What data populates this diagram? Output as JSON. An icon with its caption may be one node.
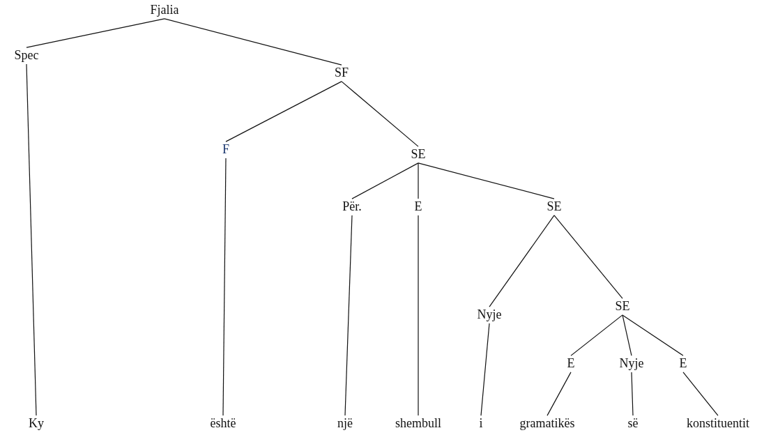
{
  "diagram": {
    "nodes": [
      {
        "text": [
          "Fjalia"
        ]
      },
      {
        "text": [
          "Spec"
        ]
      },
      {
        "text": [
          "SF"
        ]
      },
      {
        "text": [
          "F"
        ]
      },
      {
        "text": [
          "SE"
        ]
      },
      {
        "text": [
          "Për."
        ]
      },
      {
        "text": [
          "E"
        ]
      },
      {
        "text": [
          "SE"
        ]
      },
      {
        "text": [
          "Nyje"
        ]
      },
      {
        "text": [
          "SE"
        ]
      },
      {
        "text": [
          "E"
        ]
      },
      {
        "text": [
          "Nyje"
        ]
      },
      {
        "text": [
          "E"
        ]
      },
      {
        "text": [
          "Ky"
        ]
      },
      {
        "text": [
          "është"
        ]
      },
      {
        "text": [
          "një"
        ]
      },
      {
        "text": [
          "shembull"
        ]
      },
      {
        "text": [
          "i"
        ]
      },
      {
        "text": [
          "gramatikës"
        ]
      },
      {
        "text": [
          "së"
        ]
      },
      {
        "text": [
          "konstituentit"
        ]
      }
    ],
    "edges": [
      {
        "from": 0,
        "to": 1,
        "arrow": "none"
      },
      {
        "from": 0,
        "to": 2,
        "arrow": "none"
      },
      {
        "from": 1,
        "to": 13,
        "arrow": "none"
      },
      {
        "from": 2,
        "to": 3,
        "arrow": "none"
      },
      {
        "from": 2,
        "to": 4,
        "arrow": "none"
      },
      {
        "from": 3,
        "to": 14,
        "arrow": "none"
      },
      {
        "from": 4,
        "to": 5,
        "arrow": "none"
      },
      {
        "from": 4,
        "to": 6,
        "arrow": "none"
      },
      {
        "from": 4,
        "to": 7,
        "arrow": "none"
      },
      {
        "from": 5,
        "to": 15,
        "arrow": "none"
      },
      {
        "from": 6,
        "to": 16,
        "arrow": "none"
      },
      {
        "from": 7,
        "to": 8,
        "arrow": "none"
      },
      {
        "from": 7,
        "to": 9,
        "arrow": "none"
      },
      {
        "from": 8,
        "to": 17,
        "arrow": "none"
      },
      {
        "from": 9,
        "to": 10,
        "arrow": "none"
      },
      {
        "from": 9,
        "to": 11,
        "arrow": "none"
      },
      {
        "from": 9,
        "to": 12,
        "arrow": "none"
      },
      {
        "from": 10,
        "to": 18,
        "arrow": "none"
      },
      {
        "from": 11,
        "to": 19,
        "arrow": "none"
      },
      {
        "from": 12,
        "to": 20,
        "arrow": "none"
      }
    ]
  }
}
